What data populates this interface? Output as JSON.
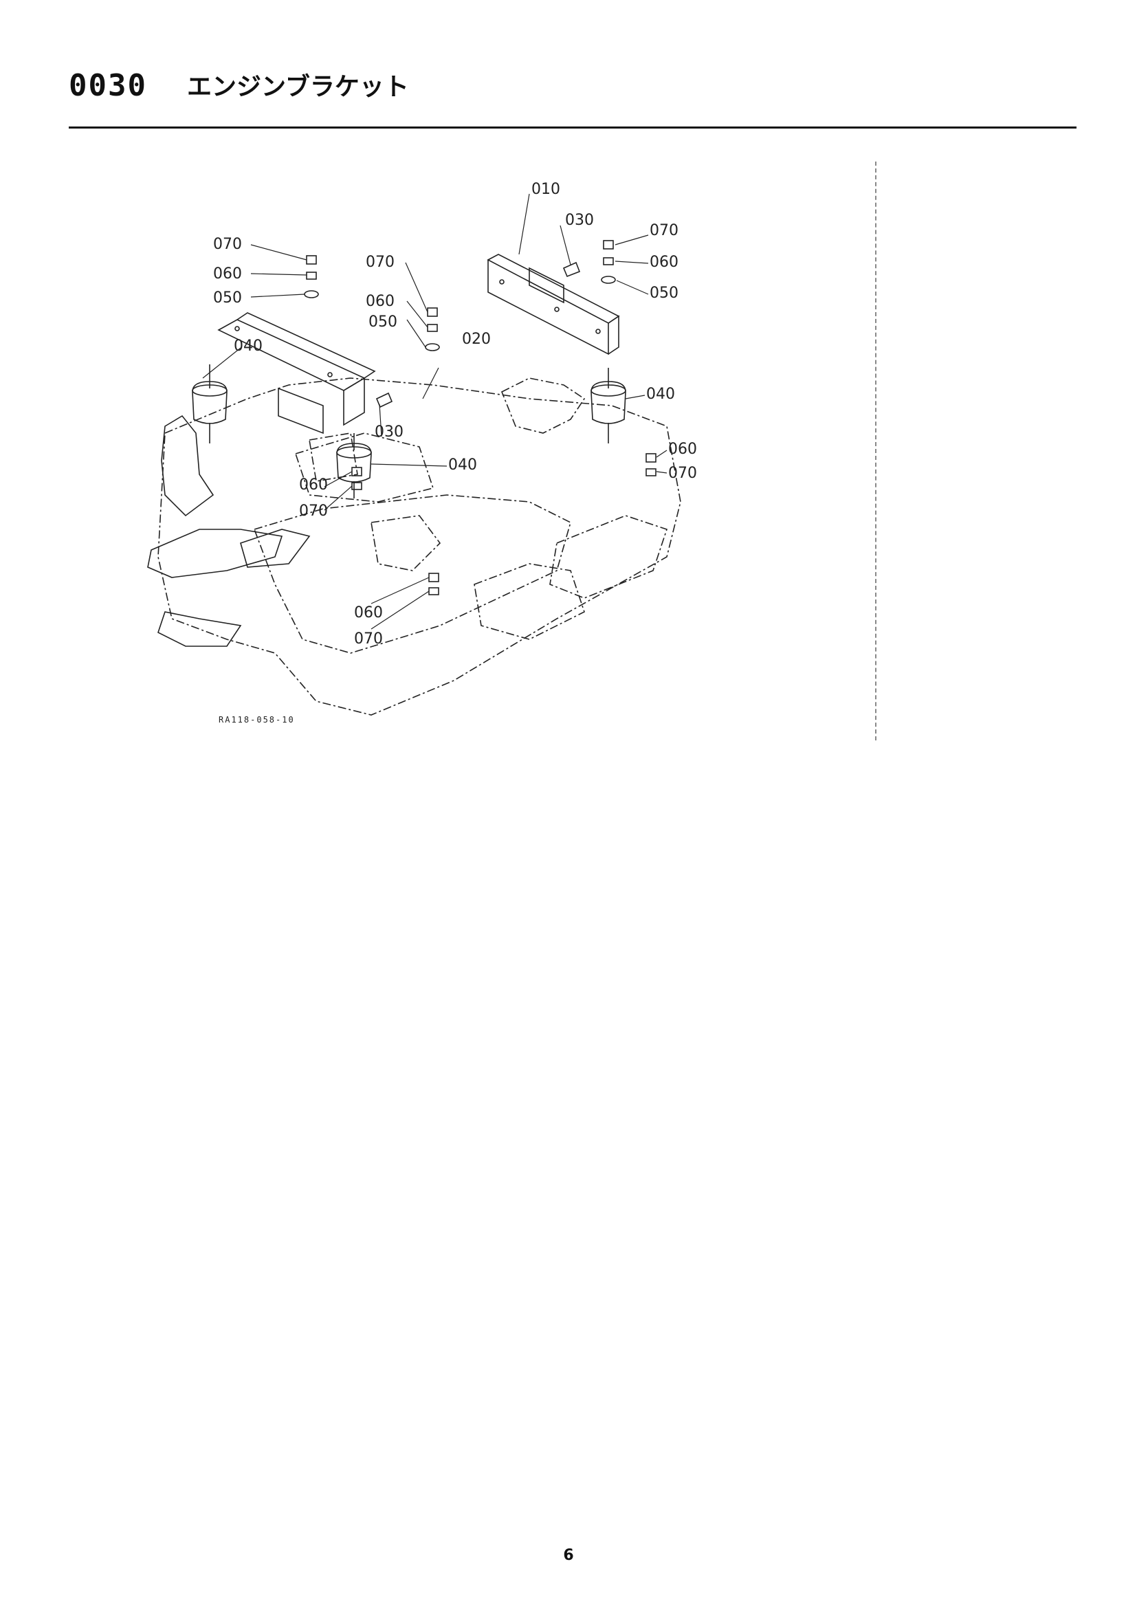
{
  "header": {
    "section_number": "0030",
    "section_title": "エンジンブラケット"
  },
  "diagram": {
    "figure_code": "RA118-058-10",
    "callouts": {
      "c010": "010",
      "c020": "020",
      "c030a": "030",
      "c030b": "030",
      "c040a": "040",
      "c040b": "040",
      "c040c": "040",
      "c050a": "050",
      "c050b": "050",
      "c050c": "050",
      "c060a": "060",
      "c060b": "060",
      "c060c": "060",
      "c060d": "060",
      "c060e": "060",
      "c070a": "070",
      "c070b": "070",
      "c070c": "070",
      "c070d": "070",
      "c070e": "070"
    }
  },
  "footer": {
    "page_number": "6"
  }
}
